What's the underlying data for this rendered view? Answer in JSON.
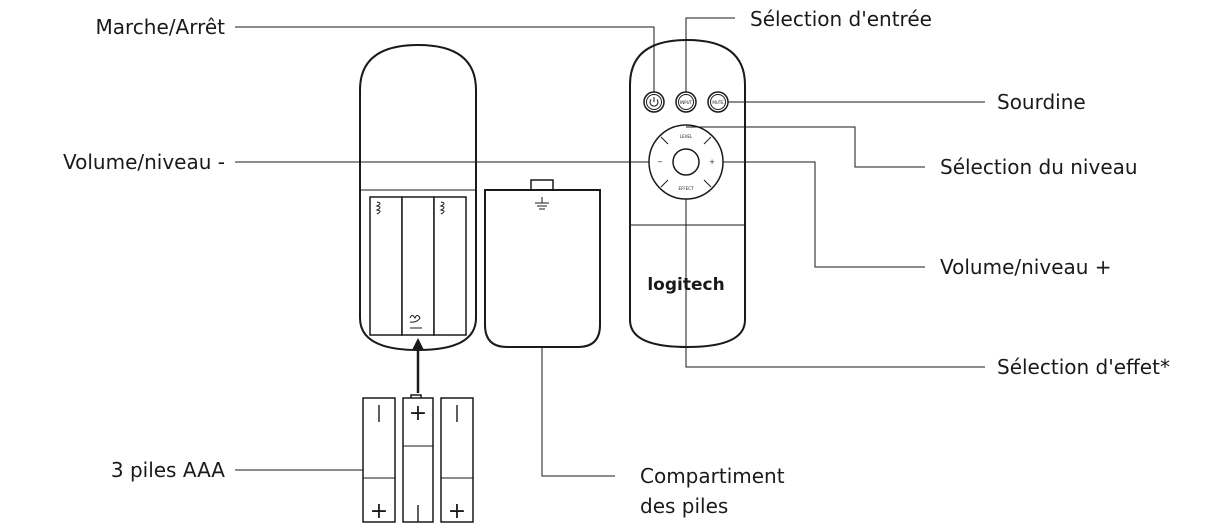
{
  "callouts": {
    "power": "Marche/Arrêt",
    "input_select": "Sélection d'entrée",
    "mute": "Sourdine",
    "level_select": "Sélection du niveau",
    "volume_minus": "Volume/niveau -",
    "volume_plus": "Volume/niveau +",
    "effect_select": "Sélection d'effet*",
    "batteries": "3 piles AAA",
    "compartment_line1": "Compartiment",
    "compartment_line2": "des piles"
  },
  "remote": {
    "input_button": "INPUT",
    "mute_button": "MUTE",
    "level_button": "LEVEL",
    "effect_button": "EFFECT",
    "minus_button": "−",
    "plus_button": "+",
    "brand_logo": "logitech",
    "power_icon": "power-icon"
  },
  "battery_symbols": {
    "plus": "+",
    "minus": "|"
  }
}
